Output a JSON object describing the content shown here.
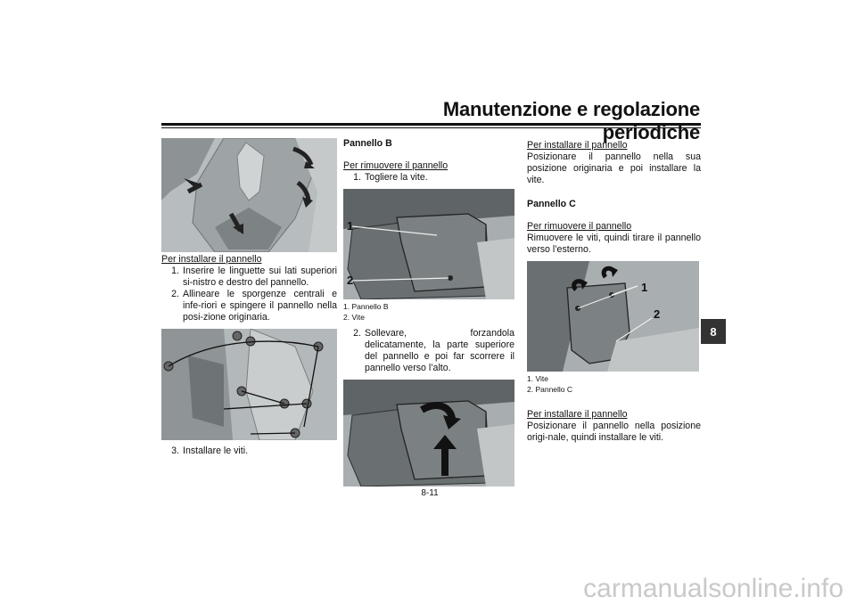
{
  "header": {
    "title": "Manutenzione e regolazione periodiche"
  },
  "chapter_tab": "8",
  "page_number": "8-11",
  "watermark": "carmanualsonline.info",
  "col1": {
    "subheading": "Per installare il pannello",
    "steps": [
      {
        "num": "1.",
        "text": "Inserire le linguette sui lati superiori si-nistro e destro del pannello."
      },
      {
        "num": "2.",
        "text": "Allineare le sporgenze centrali e infe-riori e spingere il pannello nella posi-zione originaria."
      },
      {
        "num": "3.",
        "text": "Installare le viti."
      }
    ]
  },
  "col2": {
    "heading": "Pannello B",
    "subheading": "Per rimuovere il pannello",
    "step1": {
      "num": "1.",
      "text": "Togliere la vite."
    },
    "callouts": [
      "1",
      "2"
    ],
    "legend": [
      "1.  Pannello B",
      "2.  Vite"
    ],
    "step2": {
      "num": "2.",
      "text": "Sollevare, forzandola delicatamente, la parte superiore del pannello e poi far scorrere il pannello verso l’alto."
    }
  },
  "col3": {
    "subheading1": "Per installare il pannello",
    "para1": "Posizionare il pannello nella sua posizione originaria e poi installare la vite.",
    "heading": "Pannello C",
    "subheading2": "Per rimuovere il pannello",
    "para2": "Rimuovere le viti, quindi tirare il pannello verso l’esterno.",
    "callouts": [
      "1",
      "2"
    ],
    "legend": [
      "1.  Vite",
      "2.  Pannello C"
    ],
    "subheading3": "Per installare il pannello",
    "para3": "Posizionare il pannello nella posizione origi-nale, quindi installare le viti."
  }
}
